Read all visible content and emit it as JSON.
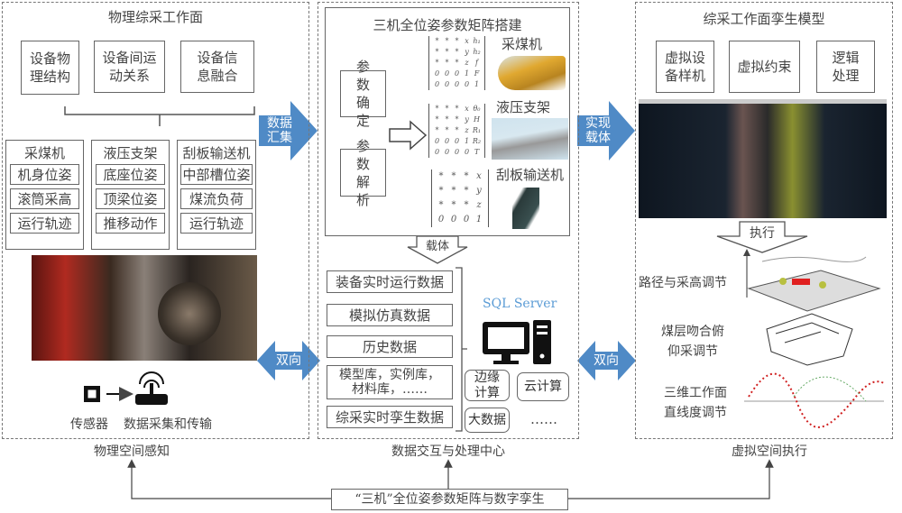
{
  "left": {
    "title": "物理综采工作面",
    "top_boxes": [
      "设备物理结构",
      "设备间运动关系",
      "设备信息融合"
    ],
    "groups": [
      {
        "name": "采煤机",
        "items": [
          "机身位姿",
          "滚筒采高",
          "运行轨迹"
        ]
      },
      {
        "name": "液压支架",
        "items": [
          "底座位姿",
          "顶梁位姿",
          "推移动作"
        ]
      },
      {
        "name": "刮板输送机",
        "items": [
          "中部槽位姿",
          "煤流负荷",
          "运行轨迹"
        ]
      }
    ],
    "sensor_label": "传感器",
    "transmission_label": "数据采集和传输",
    "caption": "物理空间感知"
  },
  "arrows": {
    "collect": "数据汇集",
    "realize": "实现载体",
    "bidir_left": "双向",
    "bidir_right": "双向",
    "carrier": "载体",
    "execute": "执行"
  },
  "middle": {
    "title": "三机全位姿参数矩阵搭建",
    "param_determine": "参数确定",
    "param_parse": "参数解析",
    "matrices": [
      {
        "label": "采煤机",
        "rows": [
          [
            "*",
            "*",
            "*",
            "x",
            "h₁"
          ],
          [
            "*",
            "*",
            "*",
            "y",
            "h₂"
          ],
          [
            "*",
            "*",
            "*",
            "z",
            "f"
          ],
          [
            "0",
            "0",
            "0",
            "1",
            "F"
          ],
          [
            "0",
            "0",
            "0",
            "0",
            "1"
          ]
        ]
      },
      {
        "label": "液压支架",
        "rows": [
          [
            "*",
            "*",
            "*",
            "x",
            "θ₀"
          ],
          [
            "*",
            "*",
            "*",
            "y",
            "H"
          ],
          [
            "*",
            "*",
            "*",
            "z",
            "R₁"
          ],
          [
            "0",
            "0",
            "0",
            "1",
            "R₂"
          ],
          [
            "0",
            "0",
            "0",
            "0",
            "T"
          ]
        ]
      },
      {
        "label": "刮板输送机",
        "rows": [
          [
            "*",
            "*",
            "*",
            "x"
          ],
          [
            "*",
            "*",
            "*",
            "y"
          ],
          [
            "*",
            "*",
            "*",
            "z"
          ],
          [
            "0",
            "0",
            "0",
            "1"
          ]
        ]
      }
    ],
    "data_list": [
      "装备实时运行数据",
      "模拟仿真数据",
      "历史数据",
      "模型库，实例库，材料库，……",
      "综采实时孪生数据"
    ],
    "server": "SQL Server",
    "compute": [
      "边缘计算",
      "云计算",
      "大数据",
      "……"
    ],
    "caption": "数据交互与处理中心"
  },
  "right": {
    "title": "综采工作面孪生模型",
    "top_boxes": [
      "虚拟设备样机",
      "虚拟约束",
      "逻辑处理"
    ],
    "adjustments": [
      "路径与采高调节",
      "煤层吻合俯仰采调节",
      "三维工作面直线度调节"
    ],
    "caption": "虚拟空间执行"
  },
  "bottom": {
    "label": "“三机”全位姿参数矩阵与数字孪生"
  },
  "colors": {
    "arrow": "#4f8ac6",
    "server_text": "#5a9bd5"
  }
}
